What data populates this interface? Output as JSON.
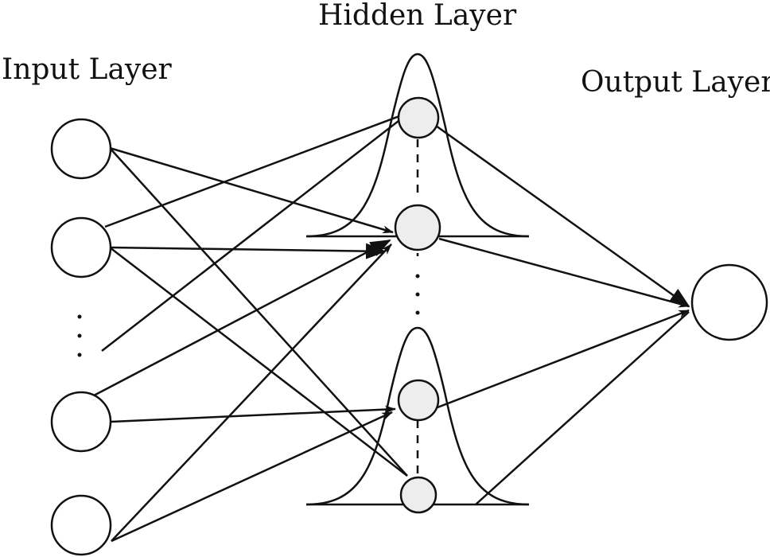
{
  "labels": {
    "input_layer": "Input Layer",
    "hidden_layer": "Hidden Layer",
    "output_layer": "Output Layer"
  },
  "colors": {
    "stroke": "#111111",
    "hidden_node_fill": "#ededed",
    "background": "#ffffff"
  },
  "structure": {
    "input_node_count": 4,
    "hidden_node_count": 4,
    "output_node_count": 1,
    "gaussian_kernel_count": 2,
    "ellipsis_marks": [
      "vertical-dots-input",
      "vertical-dots-hidden-upper",
      "vertical-dots-hidden-lower"
    ]
  }
}
